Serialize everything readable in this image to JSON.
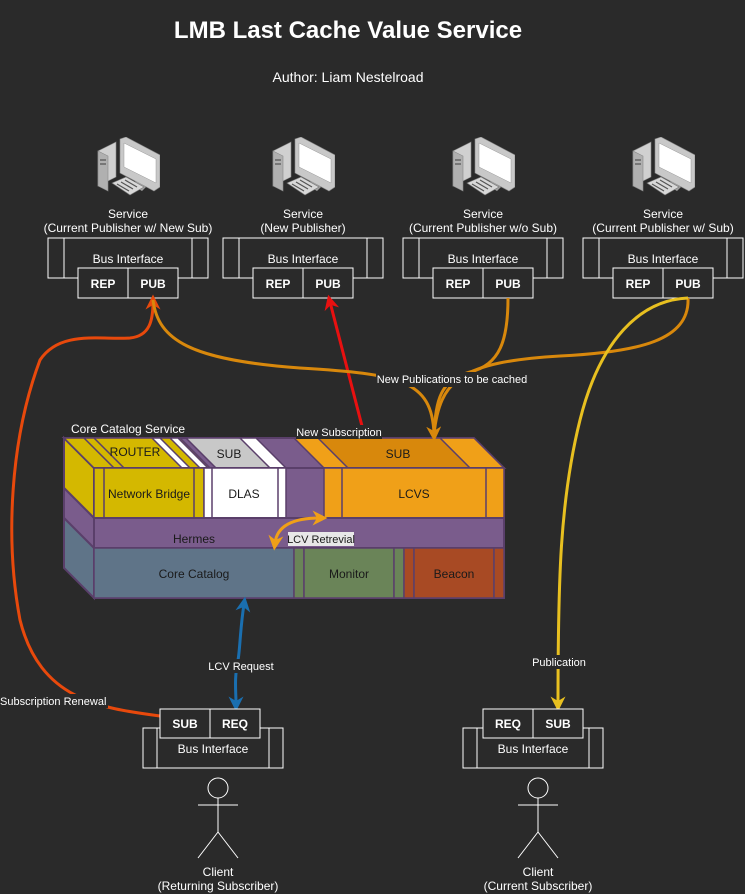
{
  "title": "LMB Last Cache Value Service",
  "author": "Author: Liam Nestelroad",
  "services": [
    {
      "line1": "Service",
      "line2": "(Current Publisher w/ New Sub)"
    },
    {
      "line1": "Service",
      "line2": "(New Publisher)"
    },
    {
      "line1": "Service",
      "line2": "(Current Publisher w/o Sub)"
    },
    {
      "line1": "Service",
      "line2": "(Current Publisher w/ Sub)"
    }
  ],
  "bus_interface": "Bus Interface",
  "labels": {
    "rep": "REP",
    "pub": "PUB",
    "sub": "SUB",
    "req": "REQ"
  },
  "core": {
    "title": "Core Catalog Service",
    "router": "ROUTER",
    "sub_dlas": "SUB",
    "sub_lcvs": "SUB",
    "network_bridge": "Network Bridge",
    "dlas": "DLAS",
    "lcvs": "LCVS",
    "hermes": "Hermes",
    "lcv_retrieval": "LCV Retrevial",
    "core_catalog": "Core Catalog",
    "monitor": "Monitor",
    "beacon": "Beacon"
  },
  "arrows": {
    "new_publications": "New Publications to be cached",
    "new_subscription": "New Subscription",
    "lcv_request": "LCV Request",
    "subscription_renewal": "Subscription Renewal",
    "publication": "Publication"
  },
  "clients": [
    {
      "line1": "Client",
      "line2": "(Returning Subscriber)"
    },
    {
      "line1": "Client",
      "line2": "(Current Subscriber)"
    }
  ],
  "colors": {
    "background": "#2a2a2a",
    "orange_red": "#e8490c",
    "red": "#e81010",
    "amber": "#d8880c",
    "yellow": "#e8c020",
    "blue": "#1a6fb0",
    "purple": "#7a5c8c",
    "gold": "#d4b800",
    "lcvs": "#f0a018",
    "slate": "#5f7488",
    "green": "#6a8458",
    "rust": "#a84a24"
  }
}
